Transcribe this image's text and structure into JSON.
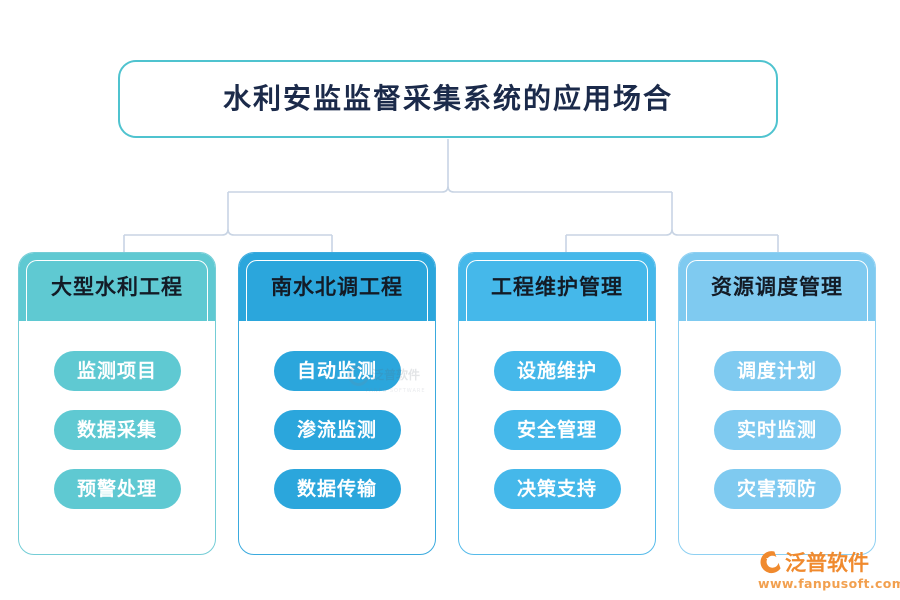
{
  "diagram": {
    "type": "org-tree",
    "title": "水利安监监督采集系统的应用场合",
    "columns": [
      {
        "header": "大型水利工程",
        "color": "#5fc9d2",
        "items": [
          "监测项目",
          "数据采集",
          "预警处理"
        ]
      },
      {
        "header": "南水北调工程",
        "color": "#2ba6dc",
        "items": [
          "自动监测",
          "渗流监测",
          "数据传输"
        ]
      },
      {
        "header": "工程维护管理",
        "color": "#45b8ea",
        "items": [
          "设施维护",
          "安全管理",
          "决策支持"
        ]
      },
      {
        "header": "资源调度管理",
        "color": "#7fcaf0",
        "items": [
          "调度计划",
          "实时监测",
          "灾害预防"
        ]
      }
    ],
    "title_border_color": "#4fc3cf",
    "connector_color": "#c8d4e4",
    "background": "#ffffff"
  },
  "watermark": {
    "cn": "泛普软件",
    "en": "FANPU SOFTWARE"
  },
  "brand": {
    "name": "泛普软件",
    "url": "www.fanpusoft.com",
    "color": "#f08a2e"
  }
}
